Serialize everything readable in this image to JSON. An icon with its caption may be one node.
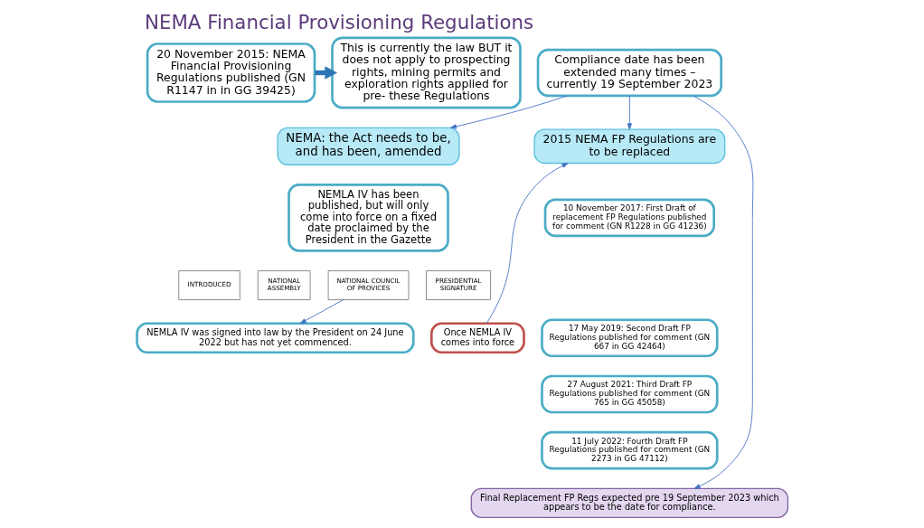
{
  "diagram": {
    "title": "NEMA Financial Provisioning Regulations",
    "nodes": [
      {
        "text": [
          "20 November 2015: NEMA Financial Provisioning Regulations published (GN R1147 in in GG 39425)"
        ]
      },
      {
        "text": [
          "This is currently the law BUT it does not apply to prospecting rights, mining permits and exploration rights applied for pre- these Regulations"
        ]
      },
      {
        "text": [
          "Compliance date has been extended many times – currently 19 September 2023"
        ]
      },
      {
        "text": [
          "NEMA: the Act needs to be, and has been, amended"
        ]
      },
      {
        "text": [
          "NEMLA IV has been published, but will only come into force on a fixed date proclaimed by the President in the Gazette"
        ]
      },
      {
        "text": [
          "INTRODUCED"
        ]
      },
      {
        "text": [
          "NATIONAL ASSEMBLY"
        ]
      },
      {
        "text": [
          "NATIONAL COUNCIL OF PROVICES"
        ]
      },
      {
        "text": [
          "PRESIDENTIAL SIGNATURE"
        ]
      },
      {
        "text": [
          "NEMLA IV was signed into law by the President on 24 June 2022 but has not yet commenced."
        ]
      },
      {
        "text": [
          "Once NEMLA IV comes into force"
        ]
      },
      {
        "text": [
          "2015 NEMA FP Regulations are to be replaced"
        ]
      },
      {
        "text": [
          "10 November 2017: First Draft of replacement FP Regulations published for comment (GN R1228 in GG 41236)"
        ]
      },
      {
        "text": [
          "17 May 2019: Second Draft FP Regulations published for comment (GN 667 in GG 42464)"
        ]
      },
      {
        "text": [
          "27 August 2021: Third Draft FP Regulations published for comment (GN 765 in GG 45058)"
        ]
      },
      {
        "text": [
          "11 July 2022: Fourth Draft FP Regulations published for comment (GN 2273 in GG 47112)"
        ]
      },
      {
        "text": [
          "Final Replacement FP Regs expected pre 19 September 2023 which appears to be the date for compliance."
        ]
      }
    ],
    "edges": [
      {
        "from": 0,
        "to": 1,
        "arrow": "to",
        "style": "thick"
      },
      {
        "from": 2,
        "to": 3,
        "arrow": "to"
      },
      {
        "from": 2,
        "to": 11,
        "arrow": "to"
      },
      {
        "from": 2,
        "to": 16,
        "arrow": "to"
      },
      {
        "from": 7,
        "to": 9,
        "arrow": "to"
      },
      {
        "from": 10,
        "to": 11,
        "arrow": "to"
      }
    ]
  }
}
